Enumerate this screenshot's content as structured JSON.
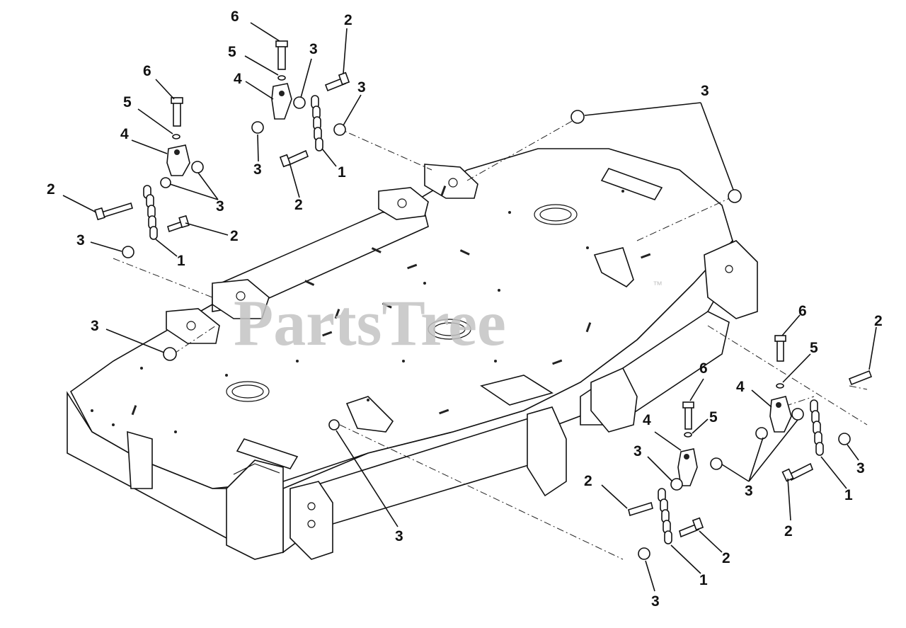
{
  "watermark": {
    "text": "PartsTree",
    "tm": "™"
  },
  "callouts": [
    "6",
    "5",
    "4",
    "3",
    "2",
    "1"
  ]
}
